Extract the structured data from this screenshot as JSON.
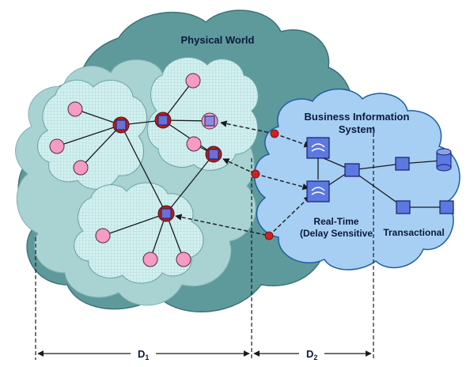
{
  "labels": {
    "physical_world": "Physical World",
    "bis_line1": "Business Information",
    "bis_line2": "System",
    "realtime_line1": "Real-Time",
    "realtime_line2": "(Delay Sensitive",
    "transactional": "Transactional",
    "d1_main": "D",
    "d1_sub": "1",
    "d2_main": "D",
    "d2_sub": "2"
  },
  "colors": {
    "physical_cloud": "#5e9a9c",
    "physical_cloud_edge": "#3e7476",
    "outer_left_cloud": "#a9d2d2",
    "subnet_cloud": "#d3f0f0",
    "subnet_grid": "#9ccccc",
    "bis_cloud": "#a7cff3",
    "bis_cloud_edge": "#1f5fa0",
    "node_pink": "#f59bc4",
    "router_ring": "#b0201f",
    "router_fill": "#6b6fd6",
    "process_box": "#5b79e0",
    "link": "#1a1a1a"
  }
}
